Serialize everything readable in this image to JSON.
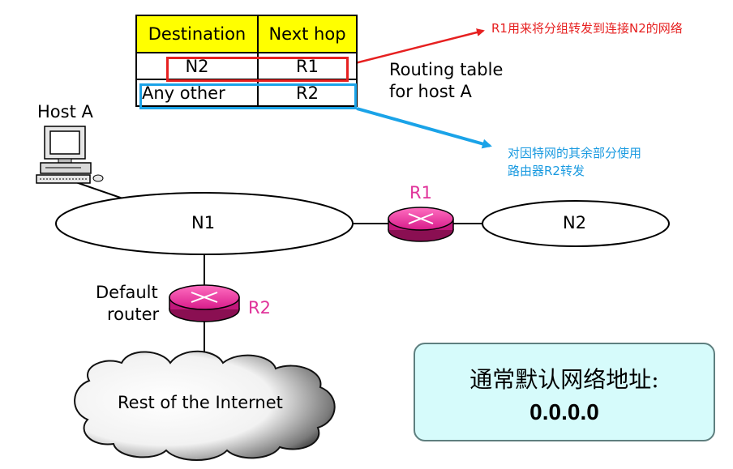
{
  "routing_table": {
    "headers": [
      "Destination",
      "Next hop"
    ],
    "rows": [
      {
        "destination": "N2",
        "next_hop": "R1"
      },
      {
        "destination": "Any other",
        "next_hop": "R2"
      }
    ],
    "caption_line1": "Routing table",
    "caption_line2": "for host A"
  },
  "annotations": {
    "red_note": "R1用来将分组转发到连接N2的网络",
    "blue_note_line1": "对因特网的其余部分使用",
    "blue_note_line2": "路由器R2转发"
  },
  "network": {
    "host_label": "Host A",
    "n1_label": "N1",
    "n2_label": "N2",
    "r1_label": "R1",
    "r2_label": "R2",
    "default_router_line1": "Default",
    "default_router_line2": "router",
    "internet_label": "Rest of the Internet"
  },
  "callout": {
    "title": "通常默认网络地址:",
    "address": "0.0.0.0"
  },
  "colors": {
    "header_bg": "#ffff00",
    "red": "#e62020",
    "blue": "#1aa3e8",
    "router": "#e0339a",
    "callout_bg": "#d6fbfb"
  },
  "icons": [
    "computer-icon",
    "router-icon",
    "cloud-icon"
  ]
}
